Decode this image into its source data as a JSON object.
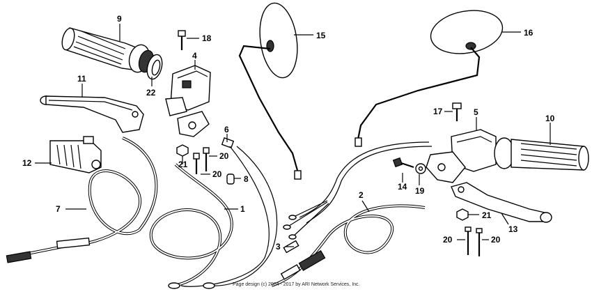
{
  "diagram": {
    "callouts": [
      {
        "id": "9",
        "text": "9"
      },
      {
        "id": "18",
        "text": "18"
      },
      {
        "id": "4",
        "text": "4"
      },
      {
        "id": "15",
        "text": "15"
      },
      {
        "id": "16",
        "text": "16"
      },
      {
        "id": "22",
        "text": "22"
      },
      {
        "id": "11",
        "text": "11"
      },
      {
        "id": "17",
        "text": "17"
      },
      {
        "id": "5",
        "text": "5"
      },
      {
        "id": "10",
        "text": "10"
      },
      {
        "id": "6",
        "text": "6"
      },
      {
        "id": "20a",
        "text": "20"
      },
      {
        "id": "12",
        "text": "12"
      },
      {
        "id": "21a",
        "text": "21"
      },
      {
        "id": "20b",
        "text": "20"
      },
      {
        "id": "8",
        "text": "8"
      },
      {
        "id": "14",
        "text": "14"
      },
      {
        "id": "19",
        "text": "19"
      },
      {
        "id": "2",
        "text": "2"
      },
      {
        "id": "7",
        "text": "7"
      },
      {
        "id": "1",
        "text": "1"
      },
      {
        "id": "21b",
        "text": "21"
      },
      {
        "id": "13",
        "text": "13"
      },
      {
        "id": "20c",
        "text": "20"
      },
      {
        "id": "20d",
        "text": "20"
      },
      {
        "id": "3",
        "text": "3"
      }
    ],
    "copyright": "Page design (c) 2004 - 2017 by ARI Network Services, Inc."
  }
}
